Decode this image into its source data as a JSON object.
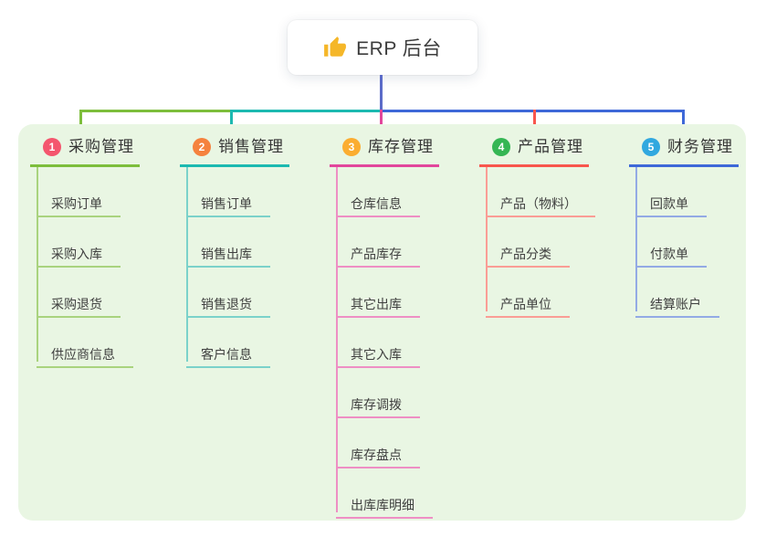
{
  "root": {
    "title": "ERP 后台",
    "icon": "thumbs-up-icon",
    "icon_color": "#F5B729",
    "connector_color": "#5B6BC8"
  },
  "panel": {
    "background": "#E9F6E3"
  },
  "branches": [
    {
      "number": "1",
      "title": "采购管理",
      "badge_color": "#F4566E",
      "line_color": "#7DBE3C",
      "child_line_color": "#A9D37E",
      "children": [
        "采购订单",
        "采购入库",
        "采购退货",
        "供应商信息"
      ]
    },
    {
      "number": "2",
      "title": "销售管理",
      "badge_color": "#F5823E",
      "line_color": "#1CB9B0",
      "child_line_color": "#7BD2CA",
      "children": [
        "销售订单",
        "销售出库",
        "销售退货",
        "客户信息"
      ]
    },
    {
      "number": "3",
      "title": "库存管理",
      "badge_color": "#FBAD31",
      "line_color": "#E2469C",
      "child_line_color": "#EE8FC4",
      "children": [
        "仓库信息",
        "产品库存",
        "其它出库",
        "其它入库",
        "库存调拨",
        "库存盘点",
        "出库库明细"
      ]
    },
    {
      "number": "4",
      "title": "产品管理",
      "badge_color": "#35B654",
      "line_color": "#F8564D",
      "child_line_color": "#FA9D95",
      "children": [
        "产品（物料）",
        "产品分类",
        "产品单位"
      ]
    },
    {
      "number": "5",
      "title": "财务管理",
      "badge_color": "#31A8DF",
      "line_color": "#3E68D8",
      "child_line_color": "#93AAE5",
      "children": [
        "回款单",
        "付款单",
        "结算账户"
      ]
    }
  ]
}
